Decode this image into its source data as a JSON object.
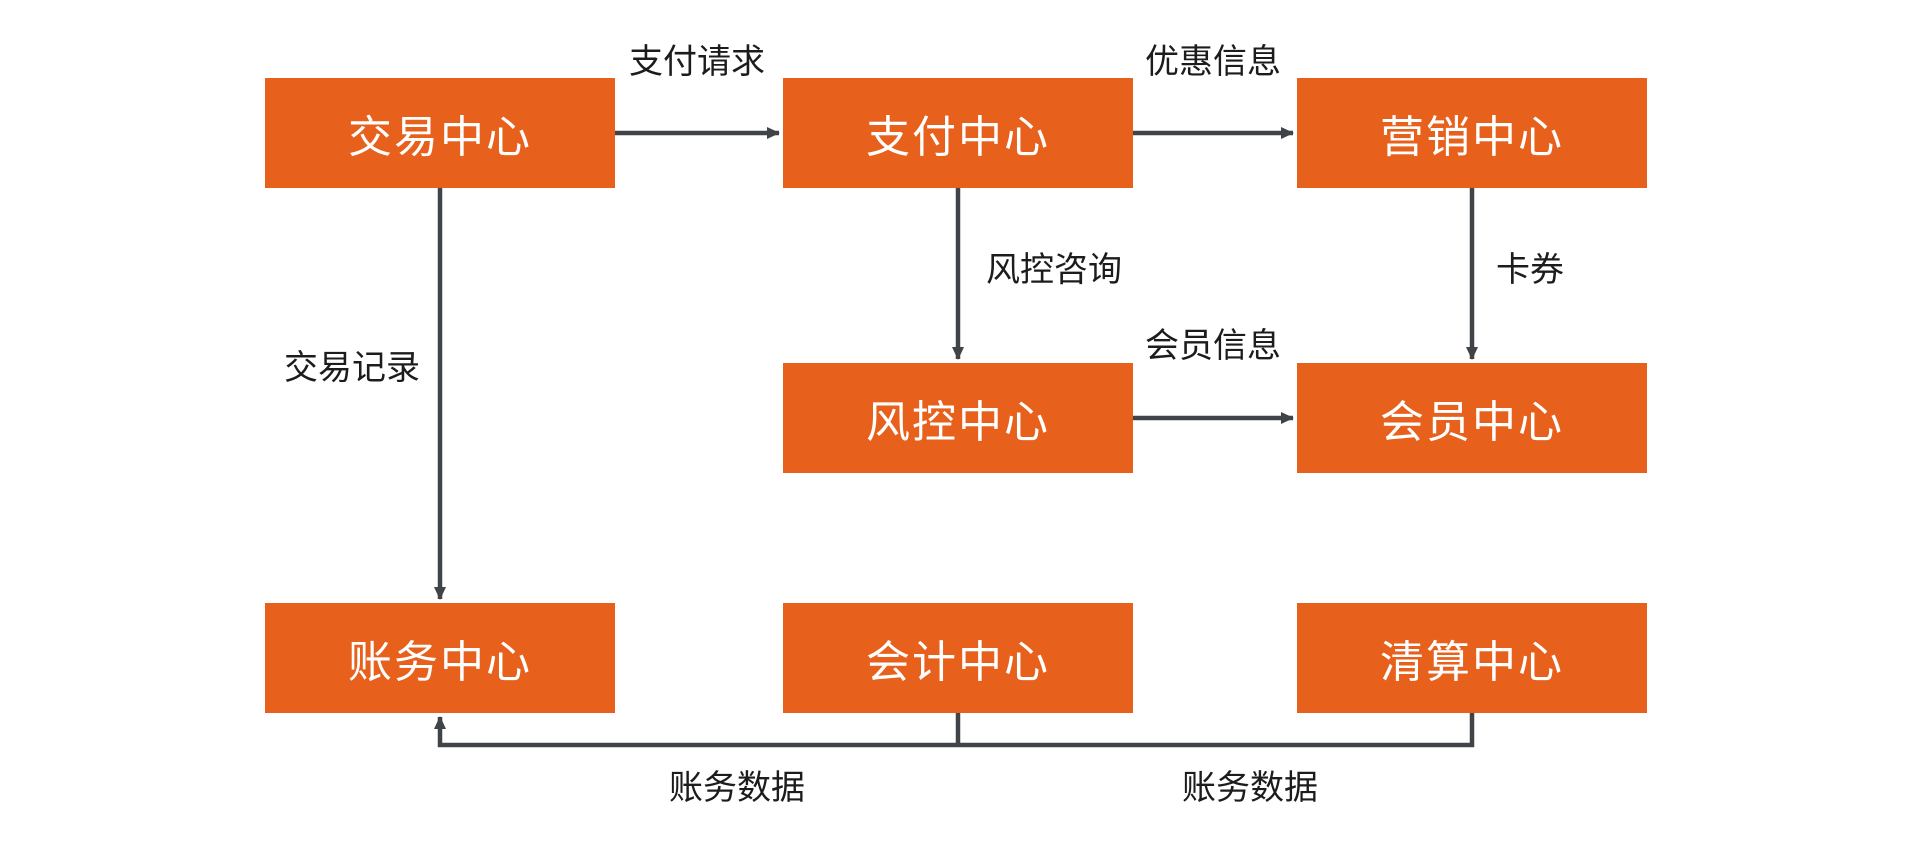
{
  "diagram": {
    "colors": {
      "background": "#FFFFFF",
      "node_fill": "#E7601C",
      "node_text": "#FFFFFF",
      "connector": "#404347",
      "edge_label_text": "#1C1C1E"
    },
    "nodes": {
      "trade": {
        "label": "交易中心"
      },
      "pay": {
        "label": "支付中心"
      },
      "marketing": {
        "label": "营销中心"
      },
      "risk": {
        "label": "风控中心"
      },
      "member": {
        "label": "会员中心"
      },
      "account": {
        "label": "账务中心"
      },
      "accounting": {
        "label": "会计中心"
      },
      "clearing": {
        "label": "清算中心"
      }
    },
    "edges": {
      "trade_to_pay": {
        "from": "交易中心",
        "to": "支付中心",
        "label": "支付请求"
      },
      "pay_to_marketing": {
        "from": "支付中心",
        "to": "营销中心",
        "label": "优惠信息"
      },
      "pay_to_risk": {
        "from": "支付中心",
        "to": "风控中心",
        "label": "风控咨询"
      },
      "marketing_to_member": {
        "from": "营销中心",
        "to": "会员中心",
        "label": "卡券"
      },
      "risk_to_member": {
        "from": "风控中心",
        "to": "会员中心",
        "label": "会员信息"
      },
      "trade_to_account": {
        "from": "交易中心",
        "to": "账务中心",
        "label": "交易记录"
      },
      "accounting_to_account": {
        "from": "会计中心",
        "to": "账务中心",
        "label": "账务数据"
      },
      "clearing_to_account": {
        "from": "清算中心",
        "to": "账务中心",
        "label": "账务数据"
      }
    }
  }
}
